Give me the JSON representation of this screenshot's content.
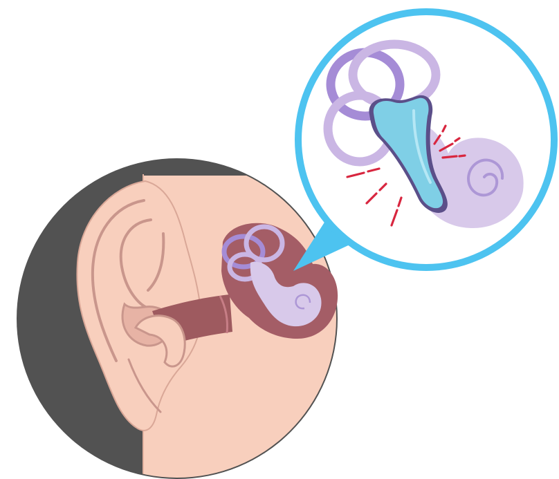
{
  "colors": {
    "background": "#ffffff",
    "left_circle_bg": "#525252",
    "skin": "#f8cfbd",
    "skin_outline": "#c9968c",
    "ear_inner_shadow": "#cf9a8f",
    "canal": "#9e5a5f",
    "canal_edge": "#b46f75",
    "inner_ear_bg": "#a45d66",
    "cochlea": "#d8c9ea",
    "cochlea_outline": "#ad97d6",
    "canal_loops": "#cab6e4",
    "canal_loops_dark": "#a58cd6",
    "zoom_ring": "#4dc3f0",
    "utricle": "#7fcfe6",
    "utricle_highlight": "#b5e7f5",
    "utricle_outline": "#5b4f89",
    "vibration_marks": "#d8263f"
  },
  "icons": [
    "human-ear-illustration",
    "ear-canal",
    "inner-ear-inset",
    "semicircular-canals",
    "cochlea",
    "magnifier-callout",
    "vibration-marks"
  ]
}
